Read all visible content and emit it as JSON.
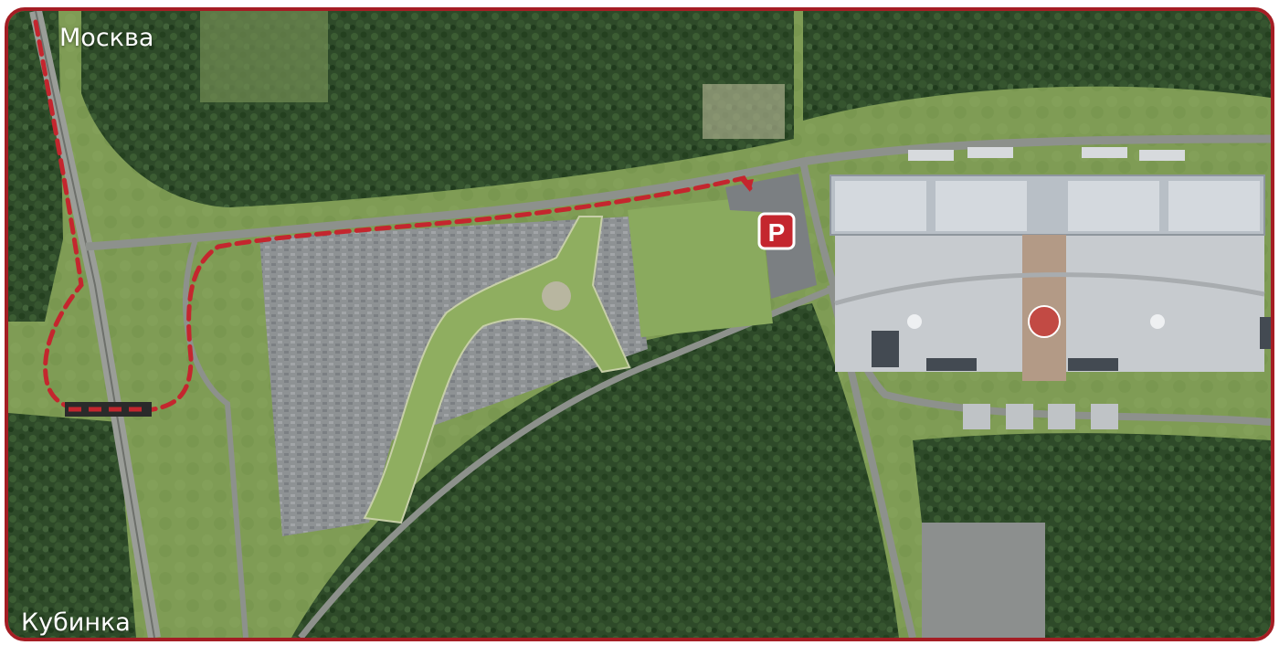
{
  "map": {
    "labels": {
      "north": "Москва",
      "south": "Кубинка"
    },
    "parking_icon": {
      "name": "parking-icon",
      "glyph": "P"
    },
    "route_color": "#c4262e",
    "frame_color": "#a41d24",
    "forest_color": "#2f4a2a",
    "field_color": "#7f9c55",
    "road_color": "#8a8f8c",
    "lot_color": "#8c8f90",
    "building_color": "#c9ced2"
  }
}
